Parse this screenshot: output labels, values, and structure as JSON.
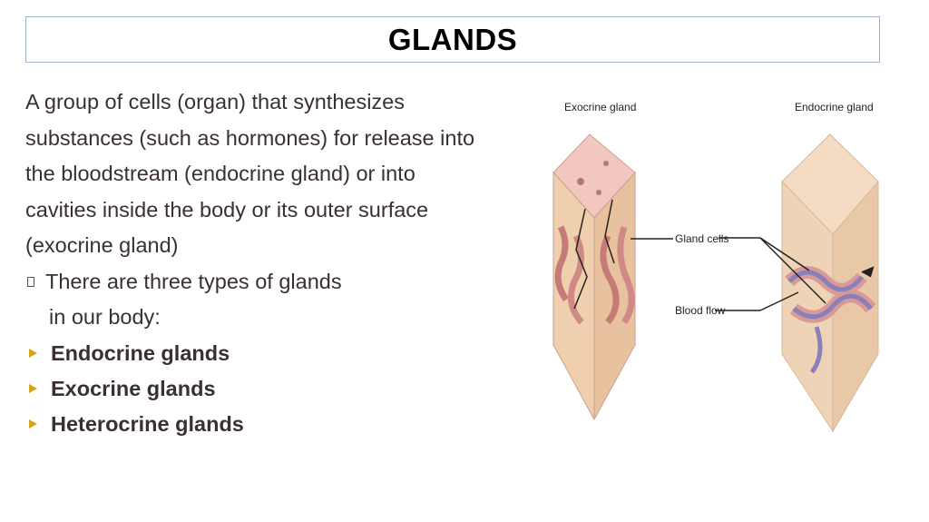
{
  "slide": {
    "title": "GLANDS",
    "paragraph": "A group of cells (organ)  that synthesizes substances (such as hormones) for release into the bloodstream (endocrine gland) or into cavities inside the body or its outer surface (exocrine gland)",
    "note_line1": "There are three types of glands",
    "note_line2": "in our body:",
    "types": [
      "Endocrine glands",
      "Exocrine glands",
      "Heterocrine glands"
    ]
  },
  "figure": {
    "exocrine_label": "Exocrine gland",
    "endocrine_label": "Endocrine gland",
    "gland_cells_label": "Gland cells",
    "blood_flow_label": "Blood flow"
  },
  "colors": {
    "tissue_top": "#f1c7c0",
    "tissue_side": "#efcfae",
    "bullet_arrow": "#d8a21a",
    "text": "#3b3030",
    "title_border": "#9fb3cf"
  }
}
